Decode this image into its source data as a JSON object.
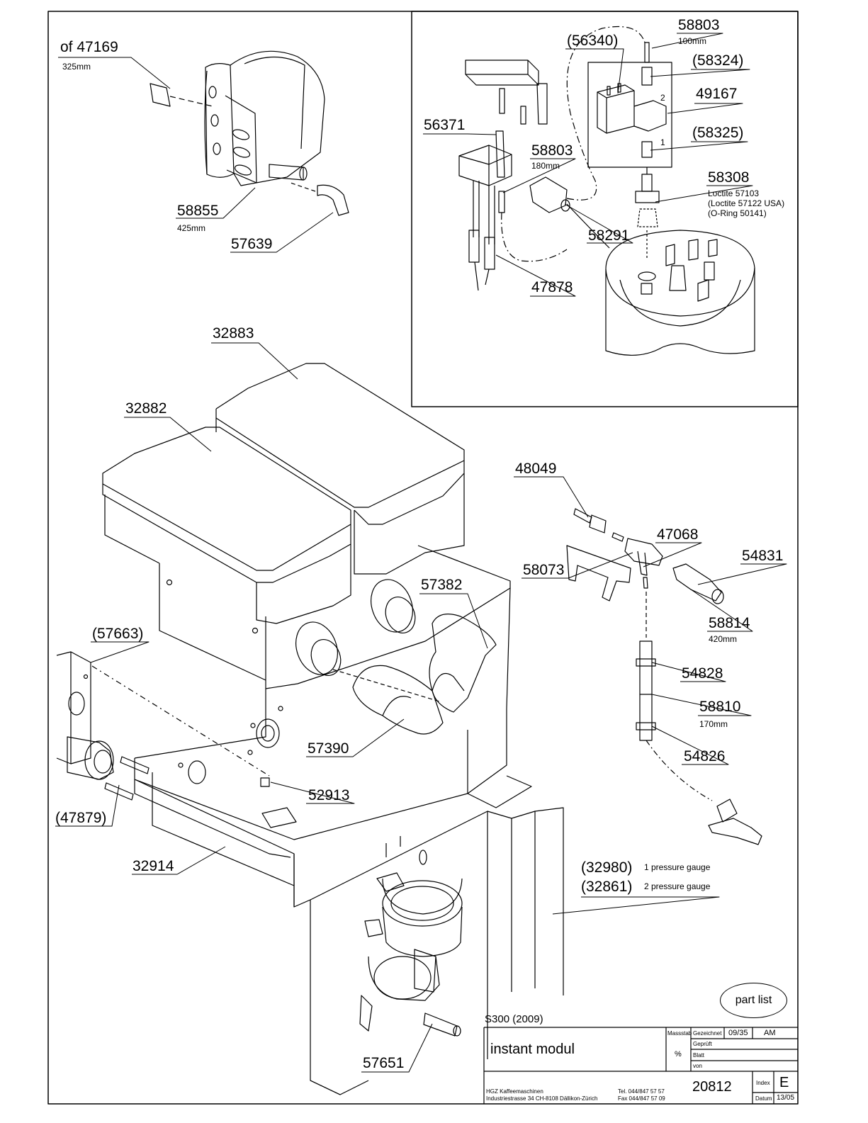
{
  "callouts": {
    "c47169": "of 47169",
    "c47169_len": "325mm",
    "c58855": "58855",
    "c58855_len": "425mm",
    "c57639": "57639",
    "c56340": "(56340)",
    "c58803a": "58803",
    "c58803a_len": "100mm",
    "c58324": "(58324)",
    "c49167": "49167",
    "c58325": "(58325)",
    "c56371": "56371",
    "c58803b": "58803",
    "c58803b_len": "180mm",
    "c58308": "58308",
    "c58308_n1": "Loctite 57103",
    "c58308_n2": "(Loctite 57122 USA)",
    "c58308_n3": "(O-Ring 50141)",
    "c58291": "58291",
    "c47878": "47878",
    "c32883": "32883",
    "c32882": "32882",
    "c48049": "48049",
    "c47068": "47068",
    "c54831": "54831",
    "c58073": "58073",
    "c57382": "57382",
    "c58814": "58814",
    "c58814_len": "420mm",
    "c57663": "(57663)",
    "c54828": "54828",
    "c58810": "58810",
    "c58810_len": "170mm",
    "c57390": "57390",
    "c54826": "54826",
    "c52913": "52913",
    "c47879": "(47879)",
    "c32914": "32914",
    "c32980": "(32980)",
    "c32980_note": "1 pressure gauge",
    "c32861": "(32861)",
    "c32861_note": "2 pressure gauge",
    "c57651": "57651",
    "port1": "1",
    "port2": "2"
  },
  "part_list_button": "part list",
  "title_block": {
    "model": "S300 (2009)",
    "title": "instant modul",
    "massstab_label": "Massstab",
    "massstab_value": "%",
    "gezeichnet_label": "Gezeichnet",
    "gezeichnet_date": "09/35",
    "gezeichnet_by": "AM",
    "geprueft_label": "Geprüft",
    "blatt_label": "Blatt",
    "von_label": "von",
    "company_line1": "HGZ  Kaffeemaschinen",
    "company_line2": "Industriestrasse  34     CH-8108  Dällikon-Zürich",
    "tel": "Tel.  044/847 57 57",
    "fax": "Fax  044/847 57 09",
    "drawing_number": "20812",
    "index_label": "Index",
    "index_value": "E",
    "datum_label": "Datum",
    "datum_value": "13/05"
  }
}
